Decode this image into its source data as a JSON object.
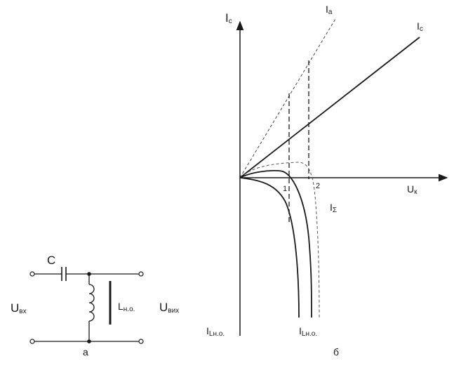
{
  "circuit": {
    "capacitor_label": "C",
    "inductor_label": "L",
    "inductor_sub": "н.о.",
    "input_label": "U",
    "input_sub": "вх",
    "output_label": "U",
    "output_sub": "вих",
    "caption": "а"
  },
  "graph": {
    "y_axis_label": "I",
    "y_axis_sub": "c",
    "x_axis_label": "U",
    "x_axis_sub": "к",
    "ia_label": "I",
    "ia_sub": "a",
    "ic_label": "I",
    "ic_sub": "c",
    "isum_label": "I",
    "isum_sub": "Σ",
    "iln_left_label": "I",
    "iln_left_sub": "Lн.о.",
    "iln_right_label": "I",
    "iln_right_sub": "Lн.о.",
    "point_1": "1",
    "point_2": "2",
    "caption": "б"
  }
}
